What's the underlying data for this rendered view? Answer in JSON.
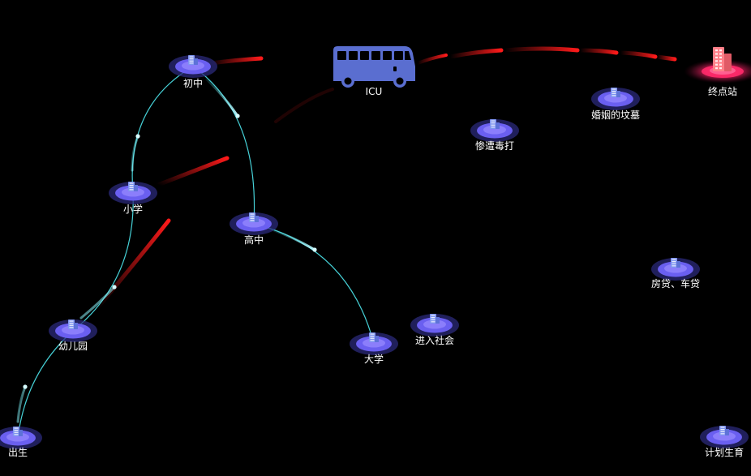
{
  "colors": {
    "background": "#000000",
    "edge_cyan": "#4ee8ee",
    "trail_red": "#ff1a1a",
    "node_ring": "#6a5ff0",
    "node_ring_dark": "#2b2a7a",
    "node_icon": "#7f95f0",
    "bus": "#5a6ed0",
    "terminal_ring": "#ff2a6a",
    "terminal_icon": "#ff7f88"
  },
  "nodes": [
    {
      "id": "birth",
      "label": "出生",
      "icon": "building-icon"
    },
    {
      "id": "kindergarten",
      "label": "幼儿园",
      "icon": "building-icon"
    },
    {
      "id": "primary",
      "label": "小学",
      "icon": "building-icon"
    },
    {
      "id": "junior",
      "label": "初中",
      "icon": "building-icon"
    },
    {
      "id": "senior",
      "label": "高中",
      "icon": "building-icon"
    },
    {
      "id": "university",
      "label": "大学",
      "icon": "building-icon"
    },
    {
      "id": "society",
      "label": "进入社会",
      "icon": "building-icon"
    },
    {
      "id": "beaten",
      "label": "惨遭毒打",
      "icon": "building-icon"
    },
    {
      "id": "marriage",
      "label": "婚姻的坟墓",
      "icon": "building-icon"
    },
    {
      "id": "loans",
      "label": "房贷、车贷",
      "icon": "building-icon"
    },
    {
      "id": "family_planning",
      "label": "计划生育",
      "icon": "building-icon"
    },
    {
      "id": "icu",
      "label": "ICU",
      "icon": "bus-icon"
    },
    {
      "id": "terminal",
      "label": "终点站",
      "icon": "office-tower-icon"
    }
  ],
  "edges": [
    {
      "from": "birth",
      "to": "kindergarten"
    },
    {
      "from": "kindergarten",
      "to": "primary"
    },
    {
      "from": "primary",
      "to": "junior"
    },
    {
      "from": "junior",
      "to": "senior"
    },
    {
      "from": "senior",
      "to": "university"
    }
  ]
}
